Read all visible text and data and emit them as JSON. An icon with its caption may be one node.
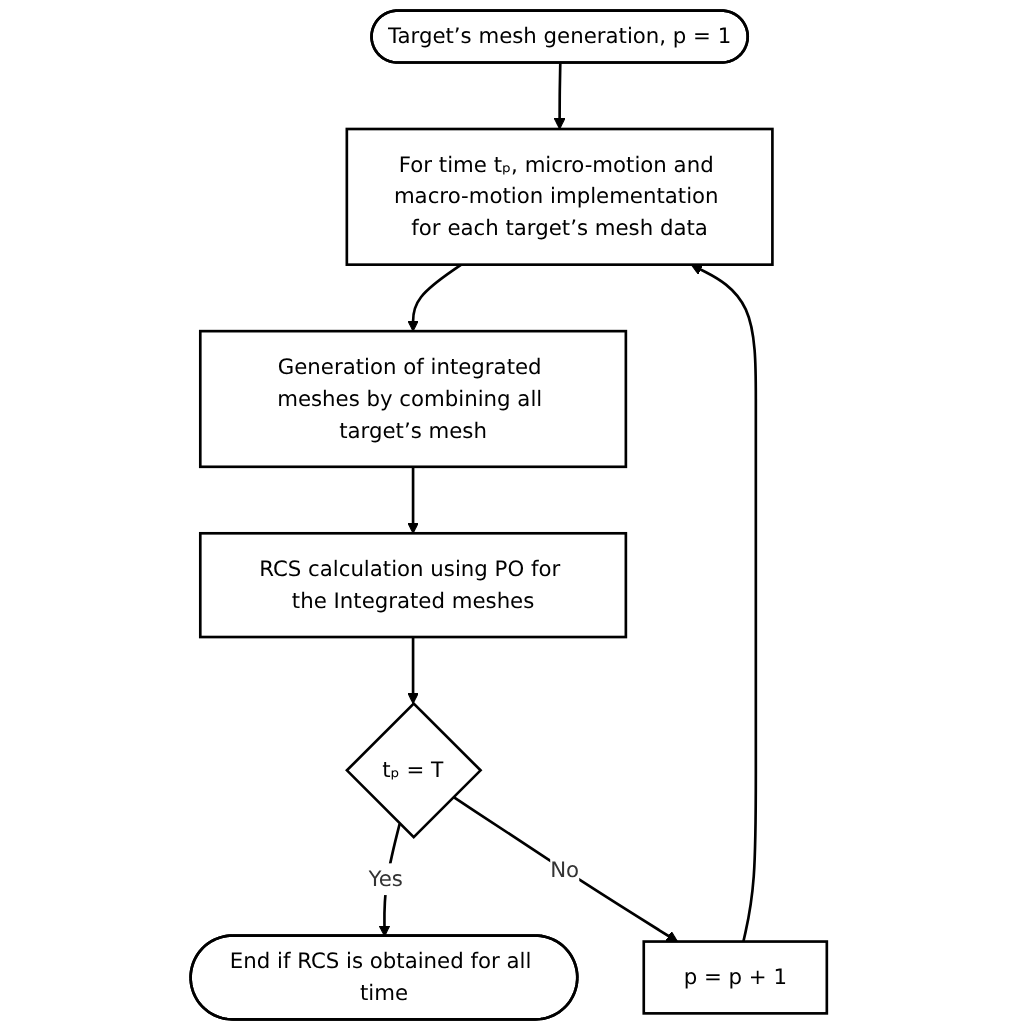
{
  "diagram": {
    "nodes": [
      {
        "text": [
          "Target’s mesh generation, p = 1"
        ]
      },
      {
        "text": [
          "For time tₚ, micro-motion and macro-motion implementation for each target’s mesh data"
        ]
      },
      {
        "text": [
          "Generation of integrated meshes by combining all target’s mesh"
        ]
      },
      {
        "text": [
          "RCS calculation using PO for the Integrated meshes"
        ]
      },
      {
        "text": [
          "tₚ = T"
        ]
      },
      {
        "text": [
          "End if RCS is obtained for all time"
        ]
      },
      {
        "text": [
          "p = p + 1"
        ]
      }
    ],
    "edges": [
      {
        "from": 0,
        "to": 1,
        "arrow": "to"
      },
      {
        "from": 1,
        "to": 2,
        "arrow": "to"
      },
      {
        "from": 2,
        "to": 3,
        "arrow": "to"
      },
      {
        "from": 3,
        "to": 4,
        "arrow": "to"
      },
      {
        "from": 4,
        "to": 5,
        "arrow": "to",
        "label": "Yes"
      },
      {
        "from": 4,
        "to": 6,
        "arrow": "to",
        "label": "No"
      },
      {
        "from": 6,
        "to": 1,
        "arrow": "to"
      }
    ]
  }
}
